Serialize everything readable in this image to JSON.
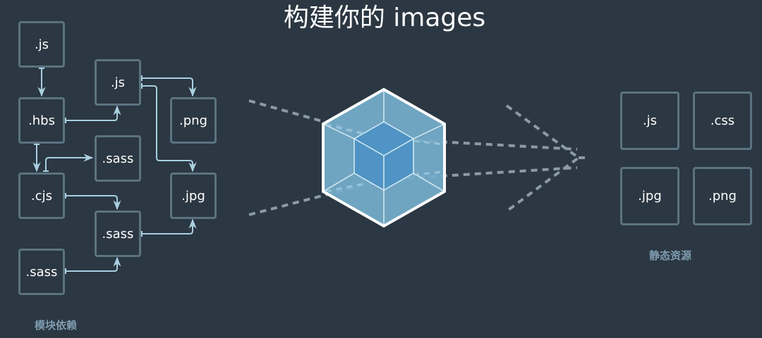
{
  "title": "构建你的 images",
  "modules": {
    "caption": "模块依赖",
    "boxes": [
      {
        "id": "js-top",
        "label": ".js"
      },
      {
        "id": "hbs",
        "label": ".hbs"
      },
      {
        "id": "js-mid",
        "label": ".js"
      },
      {
        "id": "png",
        "label": ".png"
      },
      {
        "id": "sass-1",
        "label": ".sass"
      },
      {
        "id": "cjs",
        "label": ".cjs"
      },
      {
        "id": "jpg",
        "label": ".jpg"
      },
      {
        "id": "sass-2",
        "label": ".sass"
      },
      {
        "id": "sass-3",
        "label": ".sass"
      }
    ],
    "edges": [
      {
        "from": ".js",
        "to": ".hbs"
      },
      {
        "from": ".hbs",
        "to": ".js"
      },
      {
        "from": ".hbs",
        "to": ".cjs"
      },
      {
        "from": ".cjs",
        "to": ".sass"
      },
      {
        "from": ".js",
        "to": ".png"
      },
      {
        "from": ".js",
        "to": ".jpg"
      },
      {
        "from": ".cjs",
        "to": ".sass"
      },
      {
        "from": ".sass",
        "to": ".jpg"
      },
      {
        "from": ".sass",
        "to": ".sass"
      }
    ]
  },
  "bundler": {
    "icon": "webpack-cube-icon",
    "colors": {
      "outer": "#75afcc",
      "inner": "#4f94c4",
      "stroke": "#ffffff"
    }
  },
  "assets": {
    "caption": "静态资源",
    "boxes": [
      {
        "id": "out-js",
        "label": ".js"
      },
      {
        "id": "out-css",
        "label": ".css"
      },
      {
        "id": "out-jpg",
        "label": ".jpg"
      },
      {
        "id": "out-png",
        "label": ".png"
      }
    ]
  },
  "colors": {
    "background": "#2b3742",
    "box_border": "#5b7381",
    "connector": "#a9cfe0",
    "dashes": "#8b9aa3",
    "caption": "#7f9cb1"
  }
}
